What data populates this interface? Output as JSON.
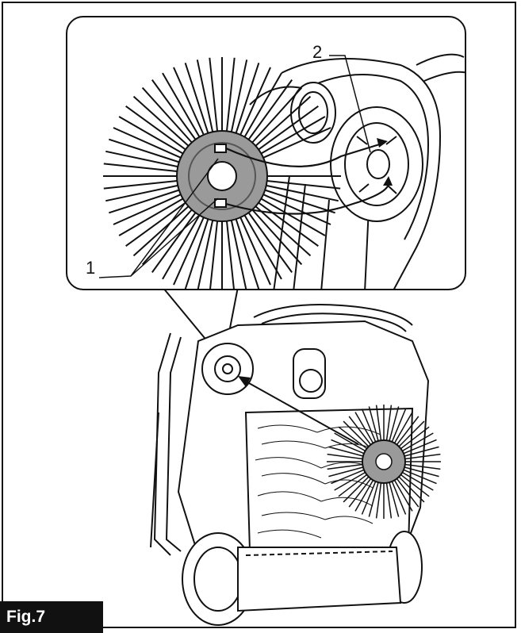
{
  "figure": {
    "label": "Fig.7"
  },
  "callouts": [
    {
      "id": "1",
      "text": "1"
    },
    {
      "id": "2",
      "text": "2"
    }
  ],
  "colors": {
    "ink": "#111111",
    "hub_fill": "#9a9a9a",
    "background": "#ffffff"
  }
}
